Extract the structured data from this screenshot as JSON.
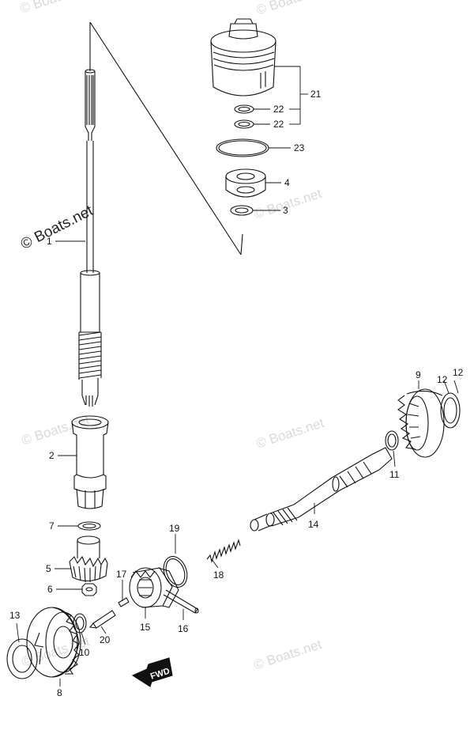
{
  "watermarks": {
    "primary": "© Boats.net",
    "faint": "© Boats.net"
  },
  "callouts": {
    "p1": "1",
    "p2": "2",
    "p3": "3",
    "p4": "4",
    "p5": "5",
    "p6": "6",
    "p7": "7",
    "p8": "8",
    "p9": "9",
    "p10": "10",
    "p11": "11",
    "p12": "12",
    "p13": "13",
    "p14": "14",
    "p15": "15",
    "p16": "16",
    "p17": "17",
    "p18": "18",
    "p19": "19",
    "p20": "20",
    "p21": "21",
    "p22a": "22",
    "p22b": "22",
    "p23": "23"
  },
  "direction_arrow": "FWD"
}
